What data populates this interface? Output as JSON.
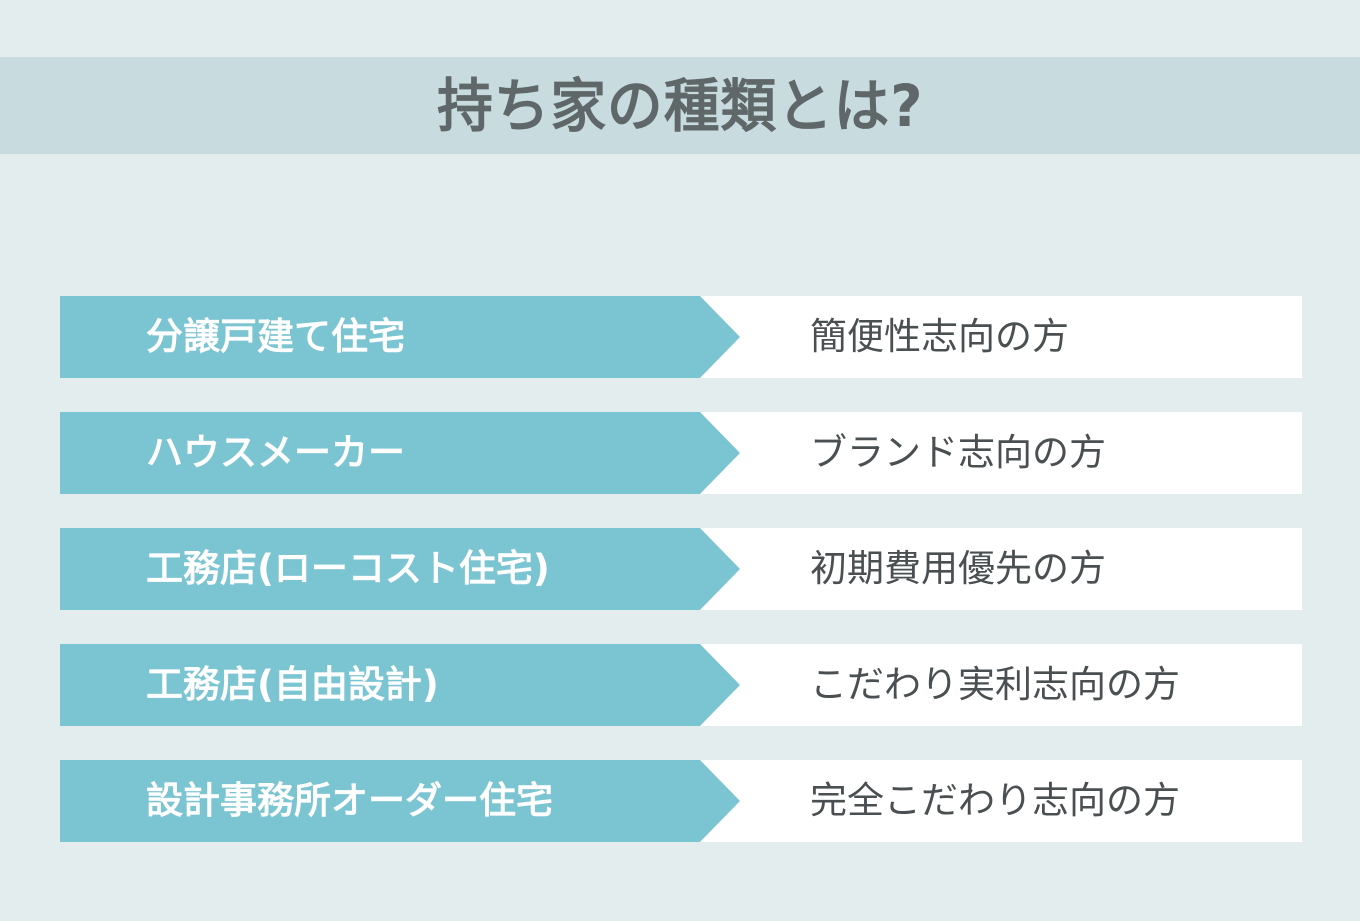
{
  "slide": {
    "title": "持ち家の種類とは?",
    "colors": {
      "background": "#e3eded",
      "title_band": "#c8dcdf",
      "title_text": "#5f6769",
      "arrow": "#7bc4d2",
      "arrow_text": "#ffffff",
      "desc_box": "#ffffff",
      "desc_text": "#4a4f51"
    },
    "rows": [
      {
        "type": "分譲戸建て住宅",
        "description": "簡便性志向の方"
      },
      {
        "type": "ハウスメーカー",
        "description": "ブランド志向の方"
      },
      {
        "type": "工務店(ローコスト住宅)",
        "description": "初期費用優先の方"
      },
      {
        "type": "工務店(自由設計)",
        "description": "こだわり実利志向の方"
      },
      {
        "type": "設計事務所オーダー住宅",
        "description": "完全こだわり志向の方"
      }
    ]
  }
}
